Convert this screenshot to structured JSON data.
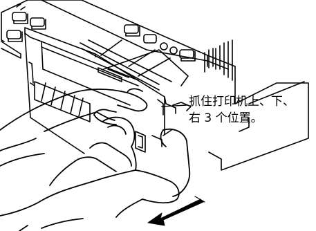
{
  "caption": {
    "line1": "抓住打印机上、下、",
    "line2": "右 3 个位置。"
  },
  "colors": {
    "ink": "#000000",
    "paper": "#ffffff"
  },
  "icons": [
    "hand",
    "direction-arrow"
  ]
}
